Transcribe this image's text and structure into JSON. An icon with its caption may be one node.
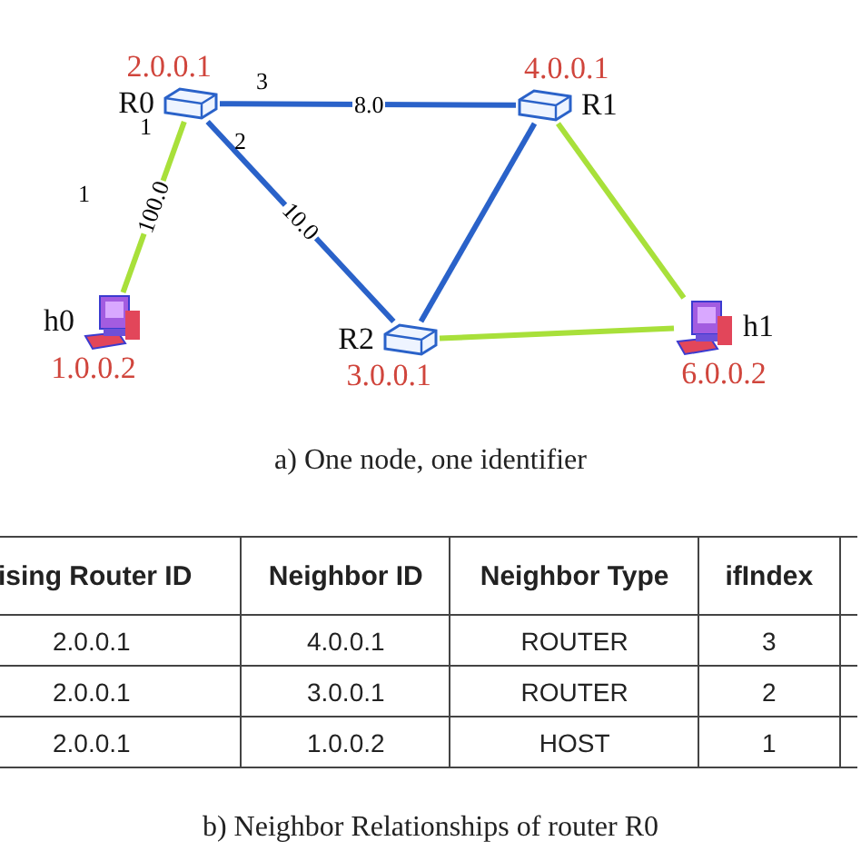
{
  "diagram": {
    "caption": "b)  Neighbor Relationships of router R0",
    "nodes": [
      {
        "text": [
          "R0"
        ],
        "beside": [
          "2.0.0.1"
        ]
      },
      {
        "text": [
          "R1"
        ],
        "beside": [
          "4.0.0.1"
        ]
      },
      {
        "text": [
          "h0"
        ],
        "beside": [
          "1.0.0.2"
        ]
      },
      {
        "text": [
          "R2"
        ],
        "beside": [
          "3.0.0.1"
        ]
      },
      {
        "text": [
          "h1"
        ],
        "beside": [
          "6.0.0.2"
        ]
      }
    ],
    "edges": [
      {
        "from": 0,
        "to": 1,
        "arrow": "none",
        "label": "8.0",
        "color": "#2a62c9"
      },
      {
        "from": 0,
        "to": 2,
        "arrow": "none",
        "label": "100.0",
        "color": "#a8e03a"
      },
      {
        "from": 0,
        "to": 3,
        "arrow": "none",
        "label": "10.0",
        "color": "#2a62c9"
      },
      {
        "from": 1,
        "to": 3,
        "arrow": "none",
        "color": "#2a62c9"
      },
      {
        "from": 1,
        "to": 4,
        "arrow": "none",
        "color": "#a8e03a"
      },
      {
        "from": 3,
        "to": 4,
        "arrow": "none",
        "color": "#a8e03a"
      }
    ],
    "labels": [
      "3",
      "1",
      "2",
      "1",
      "a)  One node, one identifier",
      "ising Router ID",
      "Neighbor ID",
      "Neighbor Type",
      "ifIndex",
      "2.0.0.1",
      "4.0.0.1",
      "ROUTER",
      "3",
      "2.0.0.1",
      "3.0.0.1",
      "ROUTER",
      "2",
      "2.0.0.1",
      "1.0.0.2",
      "HOST",
      "1"
    ]
  }
}
